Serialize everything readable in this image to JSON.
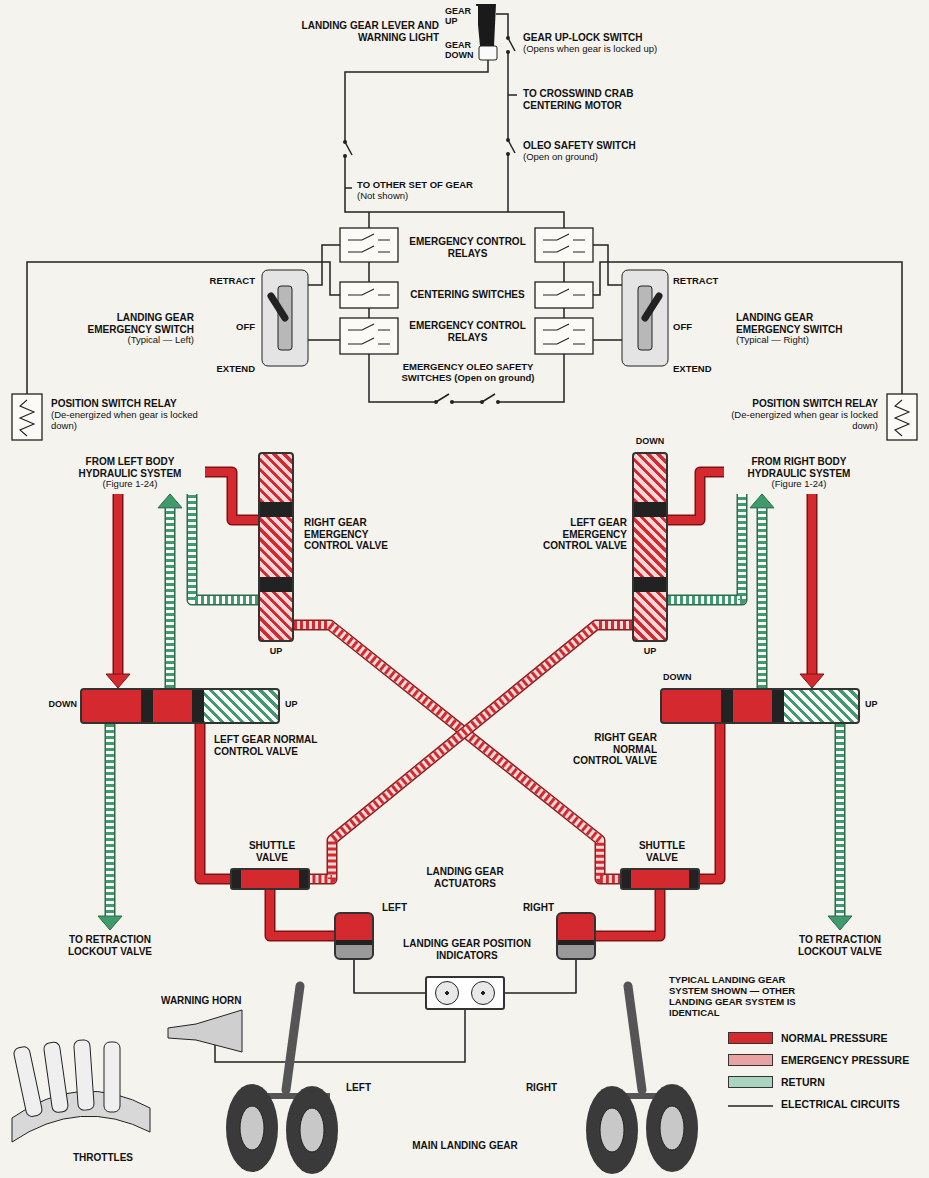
{
  "diagram": {
    "nodes": [
      {
        "text": [
          "FROM LEFT BODY HYDRAULIC SYSTEM",
          "(Figure 1-24)"
        ]
      },
      {
        "text": [
          "FROM RIGHT BODY HYDRAULIC SYSTEM",
          "(Figure 1-24)"
        ]
      },
      {
        "text": [
          "RIGHT GEAR EMERGENCY CONTROL VALVE"
        ]
      },
      {
        "text": [
          "LEFT GEAR EMERGENCY CONTROL VALVE"
        ]
      },
      {
        "text": [
          "LEFT GEAR NORMAL CONTROL VALVE"
        ]
      },
      {
        "text": [
          "RIGHT GEAR NORMAL CONTROL VALVE"
        ]
      },
      {
        "text": [
          "SHUTTLE VALVE"
        ]
      },
      {
        "text": [
          "SHUTTLE VALVE"
        ]
      },
      {
        "text": [
          "LEFT"
        ]
      },
      {
        "text": [
          "RIGHT"
        ]
      },
      {
        "text": [
          "TO RETRACTION LOCKOUT VALVE"
        ]
      },
      {
        "text": [
          "TO RETRACTION LOCKOUT VALVE"
        ]
      },
      {
        "text": [
          "LANDING GEAR POSITION INDICATORS"
        ]
      }
    ],
    "edges": [
      {
        "from": 0,
        "to": 4,
        "arrow": "to"
      },
      {
        "from": 4,
        "to": 0,
        "arrow": "to"
      },
      {
        "from": 0,
        "to": 2,
        "arrow": "none"
      },
      {
        "from": 2,
        "to": 0,
        "arrow": "none"
      },
      {
        "from": 1,
        "to": 5,
        "arrow": "to"
      },
      {
        "from": 5,
        "to": 1,
        "arrow": "to"
      },
      {
        "from": 1,
        "to": 3,
        "arrow": "none"
      },
      {
        "from": 3,
        "to": 1,
        "arrow": "none"
      },
      {
        "from": 4,
        "to": 6,
        "arrow": "none"
      },
      {
        "from": 4,
        "to": 10,
        "arrow": "to"
      },
      {
        "from": 5,
        "to": 7,
        "arrow": "none"
      },
      {
        "from": 5,
        "to": 11,
        "arrow": "to"
      },
      {
        "from": 2,
        "to": 7,
        "arrow": "none"
      },
      {
        "from": 3,
        "to": 6,
        "arrow": "none"
      },
      {
        "from": 6,
        "to": 8,
        "arrow": "none"
      },
      {
        "from": 7,
        "to": 9,
        "arrow": "none"
      },
      {
        "from": 8,
        "to": 12,
        "arrow": "none"
      },
      {
        "from": 9,
        "to": 12,
        "arrow": "none"
      }
    ],
    "labels": [
      "LANDING GEAR LEVER AND WARNING LIGHT",
      "GEAR UP",
      "GEAR DOWN",
      "GEAR UP-LOCK SWITCH",
      "(Opens when gear is locked up)",
      "TO CROSSWIND CRAB CENTERING MOTOR",
      "OLEO SAFETY SWITCH",
      "(Open on ground)",
      "TO OTHER SET OF GEAR",
      "(Not shown)",
      "RETRACT",
      "OFF",
      "EXTEND",
      "LANDING GEAR EMERGENCY SWITCH",
      "(Typical — Left)",
      "EMERGENCY CONTROL RELAYS",
      "CENTERING SWITCHES",
      "EMERGENCY CONTROL RELAYS",
      "EMERGENCY OLEO SAFETY SWITCHES (Open on ground)",
      "RETRACT",
      "OFF",
      "EXTEND",
      "LANDING GEAR EMERGENCY SWITCH",
      "(Typical — Right)",
      "POSITION SWITCH RELAY",
      "(De-energized when gear is locked down)",
      "POSITION SWITCH RELAY",
      "(De-energized when gear is locked down)",
      "UP",
      "DOWN",
      "UP",
      "DOWN",
      "UP",
      "DOWN",
      "UP",
      "LANDING GEAR ACTUATORS",
      "WARNING HORN",
      "THROTTLES",
      "LEFT",
      "RIGHT",
      "MAIN LANDING GEAR",
      "TYPICAL LANDING GEAR SYSTEM SHOWN — OTHER LANDING GEAR SYSTEM IS IDENTICAL"
    ],
    "legend": [
      {
        "text": "NORMAL PRESSURE",
        "color": "#d42a2f"
      },
      {
        "text": "EMERGENCY PRESSURE",
        "color": "#e9a3a3"
      },
      {
        "text": "RETURN",
        "color": "#a9d4bf"
      },
      {
        "text": "ELECTRICAL CIRCUITS"
      }
    ]
  }
}
